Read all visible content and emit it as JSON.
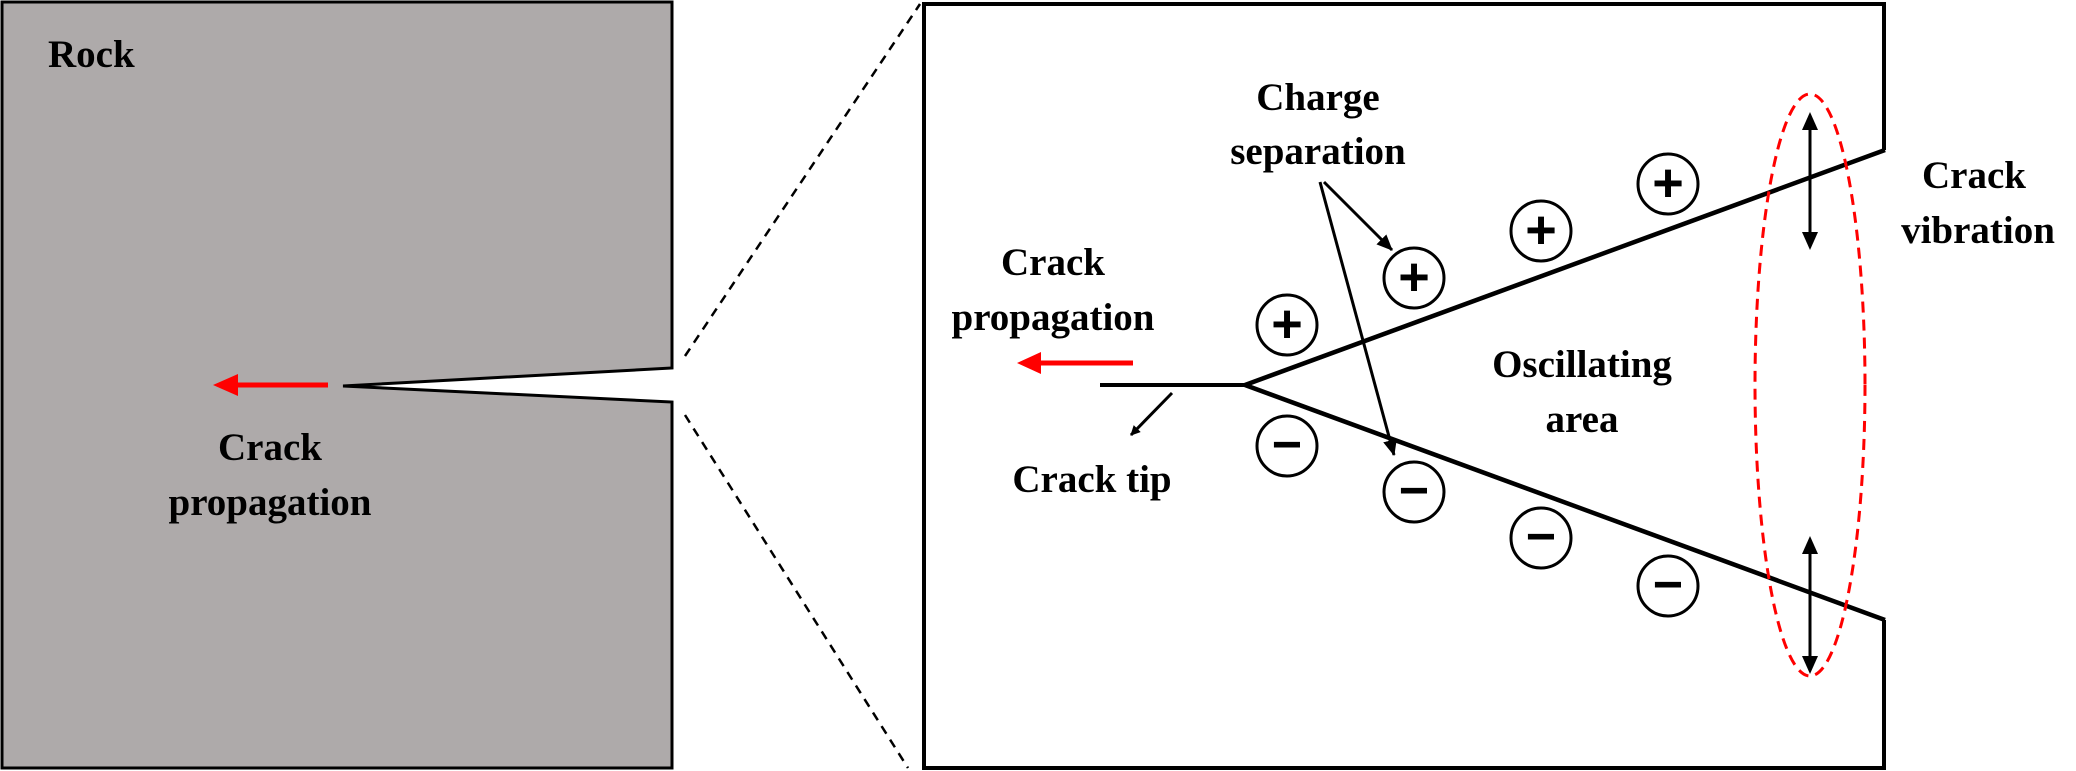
{
  "rock_panel": {
    "title": "Rock",
    "propagation_label_line1": "Crack",
    "propagation_label_line2": "propagation",
    "fill_color": "#aeaaaa",
    "arrow_color": "#ff0000"
  },
  "zoom_panel": {
    "charge_separation_line1": "Charge",
    "charge_separation_line2": "separation",
    "crack_vibration_line1": "Crack",
    "crack_vibration_line2": "vibration",
    "crack_propagation_line1": "Crack",
    "crack_propagation_line2": "propagation",
    "oscillating_area_line1": "Oscillating",
    "oscillating_area_line2": "area",
    "crack_tip": "Crack tip",
    "positive_symbol": "+",
    "negative_symbol": "−",
    "positive_charge_count": 4,
    "negative_charge_count": 4,
    "vibration_region_color": "#ff0000"
  }
}
